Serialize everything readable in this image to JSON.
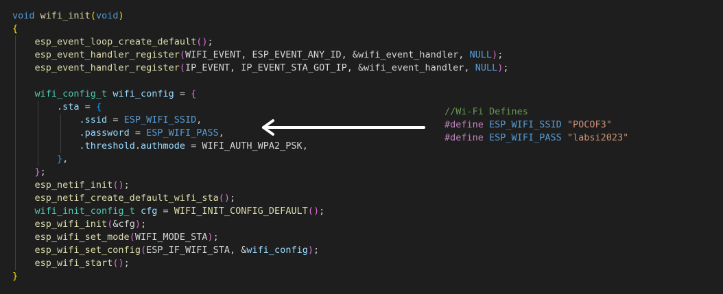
{
  "code": {
    "fn_signature": {
      "ret": "void",
      "name": "wifi_init",
      "param": "void"
    },
    "open_brace": "{",
    "close_brace": "}",
    "lines": {
      "l3": {
        "fn": "esp_event_loop_create_default"
      },
      "l4": {
        "fn": "esp_event_handler_register",
        "a1": "WIFI_EVENT",
        "a2": "ESP_EVENT_ANY_ID",
        "a3": "&wifi_event_handler",
        "a4": "NULL"
      },
      "l5": {
        "fn": "esp_event_handler_register",
        "a1": "IP_EVENT",
        "a2": "IP_EVENT_STA_GOT_IP",
        "a3": "&wifi_event_handler",
        "a4": "NULL"
      },
      "l7": {
        "type": "wifi_config_t",
        "name": "wifi_config"
      },
      "l8": {
        "field": ".sta"
      },
      "l9": {
        "field": ".ssid",
        "value": "ESP_WIFI_SSID"
      },
      "l10": {
        "field": ".password",
        "value": "ESP_WIFI_PASS"
      },
      "l11": {
        "field": ".threshold",
        "subfield": ".authmode",
        "value": "WIFI_AUTH_WPA2_PSK"
      },
      "l14": {
        "fn": "esp_netif_init"
      },
      "l15": {
        "fn": "esp_netif_create_default_wifi_sta"
      },
      "l16": {
        "type": "wifi_init_config_t",
        "name": "cfg",
        "value": "WIFI_INIT_CONFIG_DEFAULT"
      },
      "l17": {
        "fn": "esp_wifi_init",
        "arg": "&cfg"
      },
      "l18": {
        "fn": "esp_wifi_set_mode",
        "arg": "WIFI_MODE_STA"
      },
      "l19": {
        "fn": "esp_wifi_set_config",
        "a1": "ESP_IF_WIFI_STA",
        "a2": "&",
        "a3": "wifi_config"
      },
      "l20": {
        "fn": "esp_wifi_start"
      }
    }
  },
  "defines": {
    "comment": "//Wi-Fi Defines",
    "d1": {
      "directive": "#define",
      "name": "ESP_WIFI_SSID",
      "value": "\"POCOF3\""
    },
    "d2": {
      "directive": "#define",
      "name": "ESP_WIFI_PASS",
      "value": "\"labsi2023\""
    }
  },
  "colors": {
    "background": "#1e1e1e",
    "arrow": "#ffffff"
  },
  "icons": {
    "arrow": "left-arrow-icon"
  }
}
